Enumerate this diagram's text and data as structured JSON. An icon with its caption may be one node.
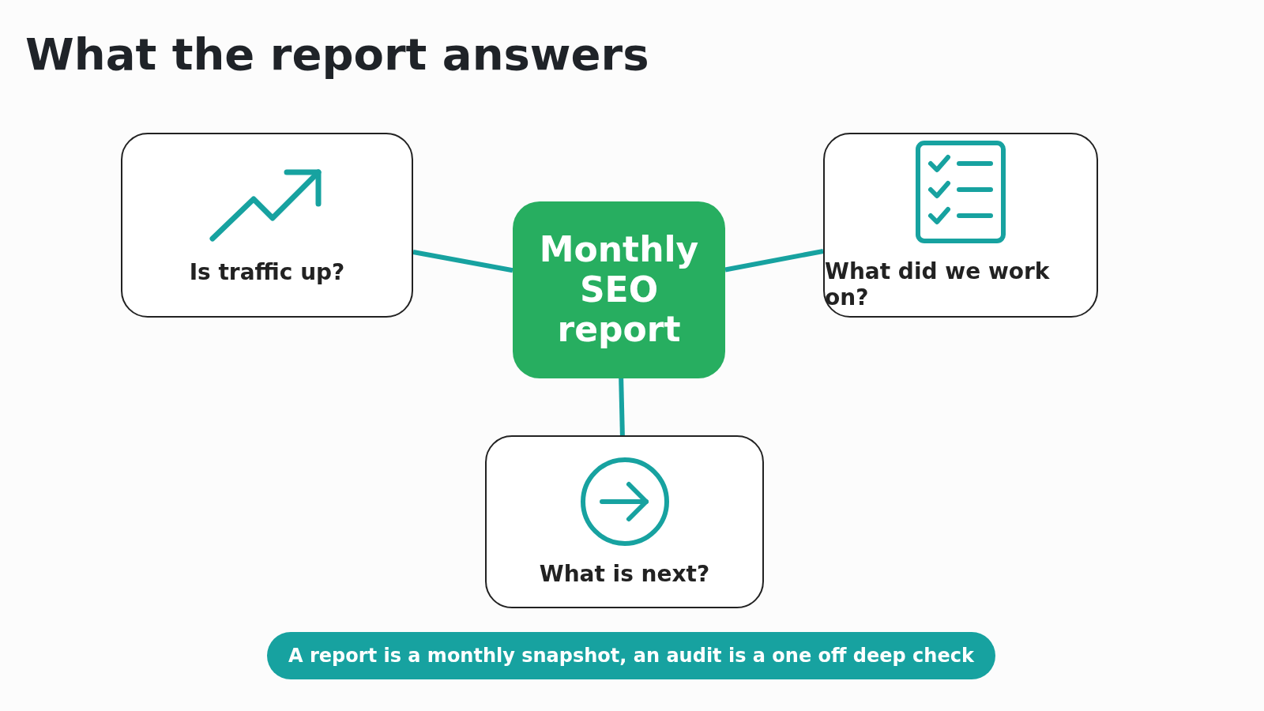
{
  "diagram": {
    "title": "What the report answers",
    "nodes": [
      {
        "text": [
          "Is traffic up?"
        ]
      },
      {
        "text": [
          "Monthly SEO report"
        ]
      },
      {
        "text": [
          "What did we work on?"
        ]
      },
      {
        "text": [
          "What is next?"
        ]
      },
      {
        "text": [
          "A report is a monthly snapshot, an audit is a one off deep check"
        ]
      }
    ],
    "edges": [
      {
        "from": 1,
        "to": 0,
        "arrow": "none"
      },
      {
        "from": 1,
        "to": 2,
        "arrow": "none"
      },
      {
        "from": 1,
        "to": 3,
        "arrow": "none"
      }
    ]
  }
}
